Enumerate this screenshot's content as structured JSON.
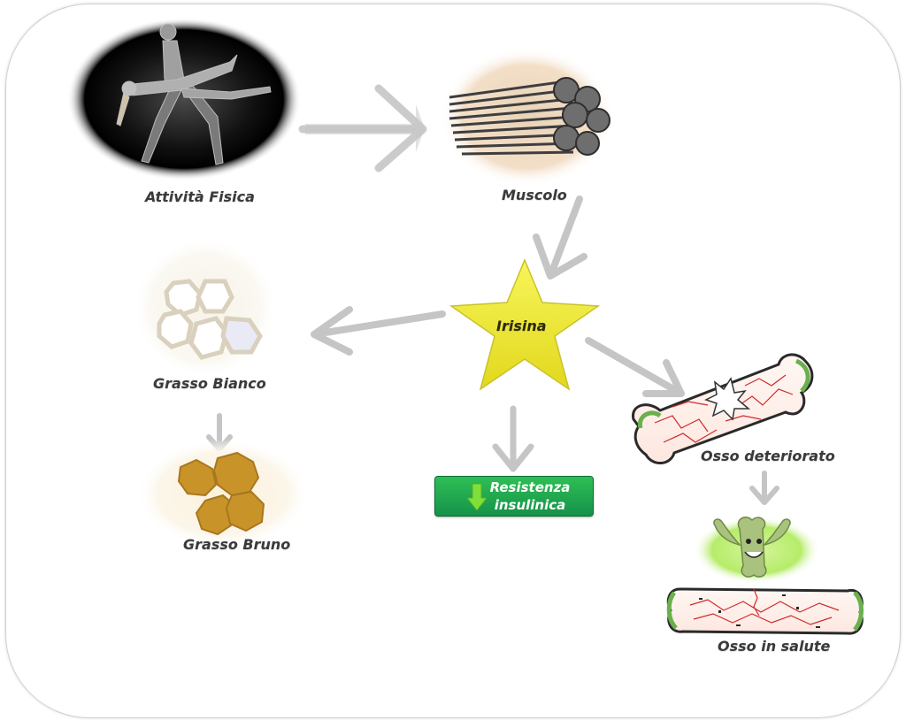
{
  "nodes": {
    "exercise": "Attività Fisica",
    "muscle": "Muscolo",
    "irisin": "Irisina",
    "white_fat": "Grasso Bianco",
    "brown_fat": "Grasso Bruno",
    "insulin_resistance_line1": "Resistenza",
    "insulin_resistance_line2": "insulinica",
    "damaged_bone": "Osso deteriorato",
    "healthy_bone": "Osso in salute"
  },
  "colors": {
    "arrow": "#c8c8c8",
    "star": "#eeea2a",
    "decrease_arrow": "#7fe03a",
    "resist_box": "#1aa24e",
    "brown_fat": "#c8942a"
  },
  "icons": {
    "exercise": "dancers-photo",
    "muscle": "muscle-fibers-illustration",
    "white_fat": "white-adipocytes",
    "brown_fat": "brown-adipocytes",
    "damaged_bone": "cracked-bone",
    "healthy_bone": "healthy-bone",
    "bone_mascot": "flexing-bone-mascot",
    "decrease": "down-arrow-icon"
  }
}
